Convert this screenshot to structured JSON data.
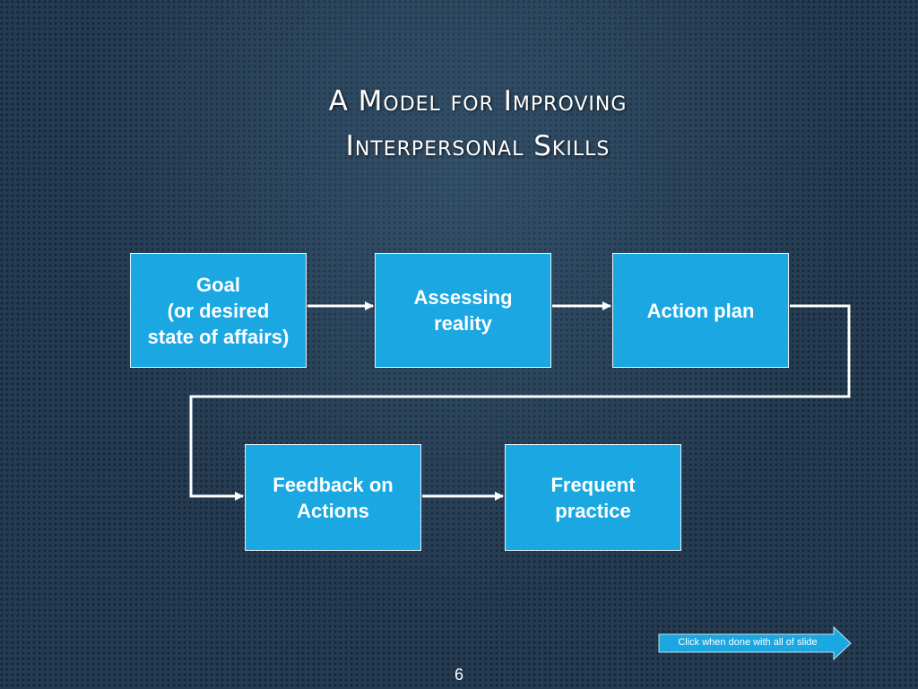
{
  "slide": {
    "title_line1": "A Model for Improving",
    "title_line2": "Interpersonal Skills",
    "page_number": "6"
  },
  "boxes": {
    "goal": {
      "line1": "Goal",
      "line2": "(or desired",
      "line3": "state of affairs)"
    },
    "assessing": {
      "line1": "Assessing",
      "line2": "reality"
    },
    "action_plan": {
      "line1": "Action plan"
    },
    "feedback": {
      "line1": "Feedback on",
      "line2": "Actions"
    },
    "practice": {
      "line1": "Frequent",
      "line2": "practice"
    }
  },
  "next_button": {
    "label": "Click when done with all of slide"
  },
  "colors": {
    "box_fill": "#1aa7e2",
    "connector": "#ffffff",
    "background": "#243b52",
    "button_fill": "#1aa7e2"
  },
  "icons": {
    "next_button": "right-arrow-icon",
    "connector_head": "arrowhead-icon"
  }
}
